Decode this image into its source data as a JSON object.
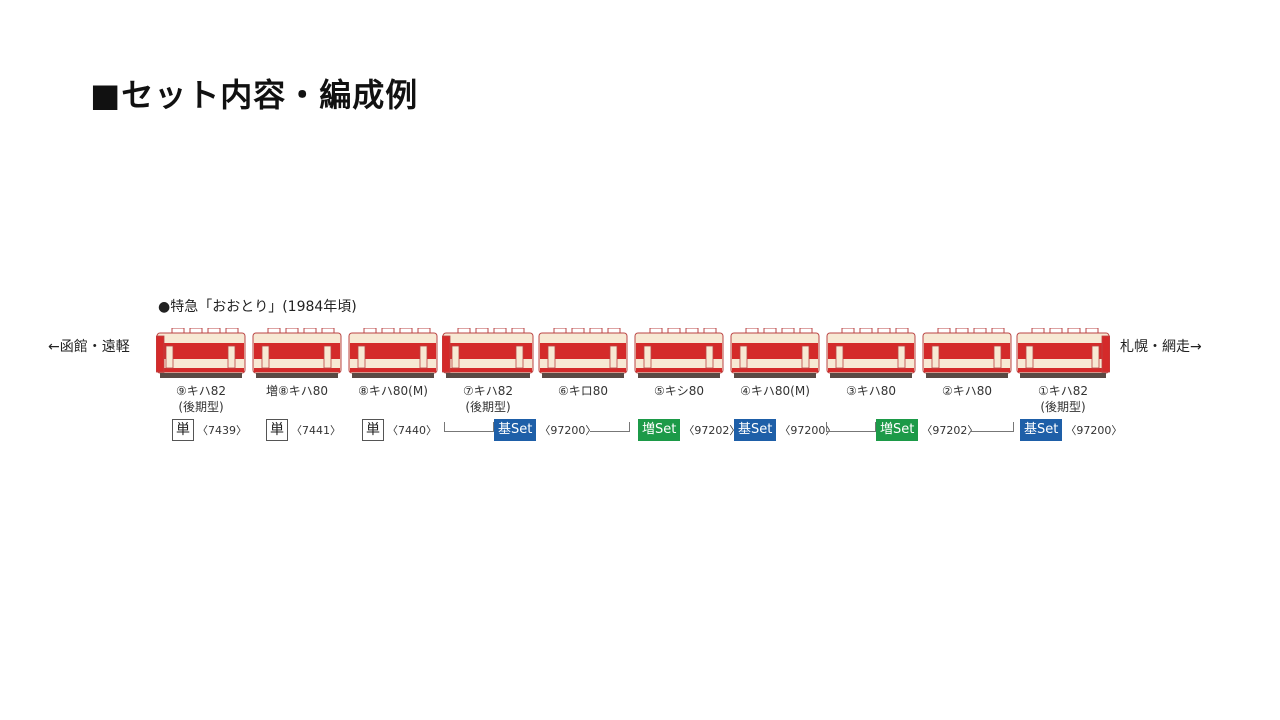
{
  "heading": "■セット内容・編成例",
  "formation": {
    "title": "●特急「おおとり」(1984年頃)",
    "left_direction": "←函館・遠軽",
    "right_direction": "札幌・網走→",
    "cars": [
      {
        "label": "⑨キハ82",
        "sub": "(後期型)"
      },
      {
        "label": "増⑧キハ80",
        "sub": ""
      },
      {
        "label": "⑧キハ80(M)",
        "sub": ""
      },
      {
        "label": "⑦キハ82",
        "sub": "(後期型)"
      },
      {
        "label": "⑥キロ80",
        "sub": ""
      },
      {
        "label": "⑤キシ80",
        "sub": ""
      },
      {
        "label": "④キハ80(M)",
        "sub": ""
      },
      {
        "label": "③キハ80",
        "sub": ""
      },
      {
        "label": "②キハ80",
        "sub": ""
      },
      {
        "label": "①キハ82",
        "sub": "(後期型)"
      }
    ],
    "products": [
      {
        "type": "単",
        "code": "〈7439〉"
      },
      {
        "type": "単",
        "code": "〈7441〉"
      },
      {
        "type": "単",
        "code": "〈7440〉"
      },
      {
        "type": "基Set",
        "code": "〈97200〉"
      },
      {
        "type": "増Set",
        "code": "〈97202〉"
      },
      {
        "type": "基Set",
        "code": "〈97200〉"
      },
      {
        "type": "増Set",
        "code": "〈97202〉"
      },
      {
        "type": "基Set",
        "code": "〈97200〉"
      }
    ]
  },
  "colors": {
    "cream": "#f7e9d4",
    "red": "#d42a2a",
    "kihon_set": "#1e5fa8",
    "zoukatsu_set": "#1c9a48"
  }
}
